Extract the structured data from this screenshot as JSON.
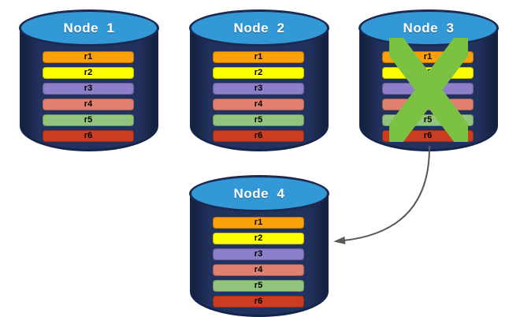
{
  "colors": {
    "cylinder_body": "#22325e",
    "cylinder_edge": "#13203f",
    "cylinder_border": "#152449",
    "cylinder_top_fill": "#3399d6",
    "node_label_text": "#ffffff",
    "bar_label_text": "#000000",
    "failure_x_green": "#7cc242",
    "arrow_gray": "#595959",
    "background": "#ffffff"
  },
  "bar_colors": {
    "r1": "#f9a00c",
    "r2": "#fdff00",
    "r3": "#8c7ec8",
    "r4": "#e08070",
    "r5": "#93c47d",
    "r6": "#cb3d23"
  },
  "icons": {
    "failure_x": "x-mark",
    "replication_arrow": "curved-arrow"
  },
  "nodes": [
    {
      "id": "node-1",
      "label": "Node  1",
      "failed": false,
      "bars": [
        "r1",
        "r2",
        "r3",
        "r4",
        "r5",
        "r6"
      ]
    },
    {
      "id": "node-2",
      "label": "Node  2",
      "failed": false,
      "bars": [
        "r1",
        "r2",
        "r3",
        "r4",
        "r5",
        "r6"
      ]
    },
    {
      "id": "node-3",
      "label": "Node  3",
      "failed": true,
      "bars": [
        "r1",
        "r2",
        "r3",
        "r4",
        "r5",
        "r6"
      ]
    },
    {
      "id": "node-4",
      "label": "Node  4",
      "failed": false,
      "bars": [
        "r1",
        "r2",
        "r3",
        "r4",
        "r5",
        "r6"
      ]
    }
  ],
  "arrow": {
    "from": "Node 3",
    "to": "Node 4"
  }
}
